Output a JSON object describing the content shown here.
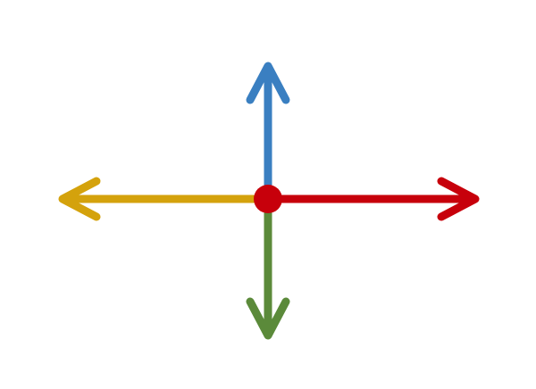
{
  "diagram": {
    "type": "four-direction-arrows",
    "arrows": [
      {
        "direction": "up",
        "color": "#3a7fc1",
        "icon": "arrow-up-icon"
      },
      {
        "direction": "right",
        "color": "#c7000b",
        "icon": "arrow-right-icon"
      },
      {
        "direction": "down",
        "color": "#5b8a3a",
        "icon": "arrow-down-icon"
      },
      {
        "direction": "left",
        "color": "#d4a20c",
        "icon": "arrow-left-icon"
      }
    ],
    "center_dot": {
      "color": "#c7000b",
      "icon": "origin-dot-icon"
    }
  }
}
